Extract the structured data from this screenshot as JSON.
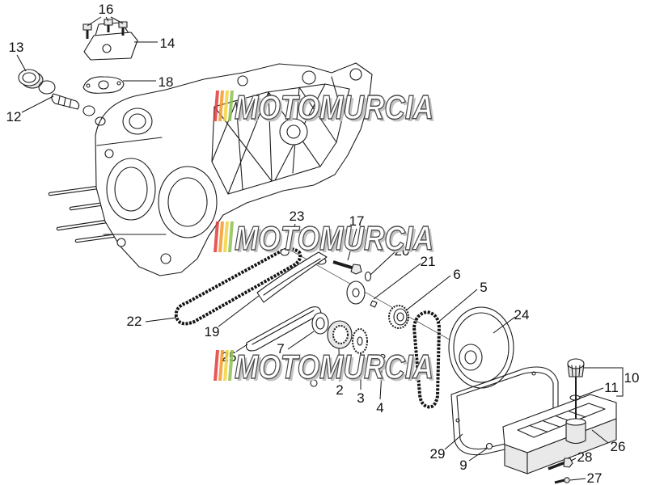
{
  "diagram": {
    "callouts": {
      "n2": "2",
      "n3": "3",
      "n4": "4",
      "n5": "5",
      "n6": "6",
      "n7": "7",
      "n9": "9",
      "n10": "10",
      "n11": "11",
      "n12": "12",
      "n13": "13",
      "n14": "14",
      "n16": "16",
      "n17": "17",
      "n18": "18",
      "n19": "19",
      "n20": "20",
      "n21": "21",
      "n22": "22",
      "n23": "23",
      "n24": "24",
      "n25": "25",
      "n26": "26",
      "n27": "27",
      "n28": "28",
      "n29": "29"
    }
  },
  "watermark": {
    "text": "MOTOMURCIA",
    "stripe_colors": [
      "#e23b3b",
      "#f39a2b",
      "#f2d33a",
      "#8cc152"
    ]
  }
}
